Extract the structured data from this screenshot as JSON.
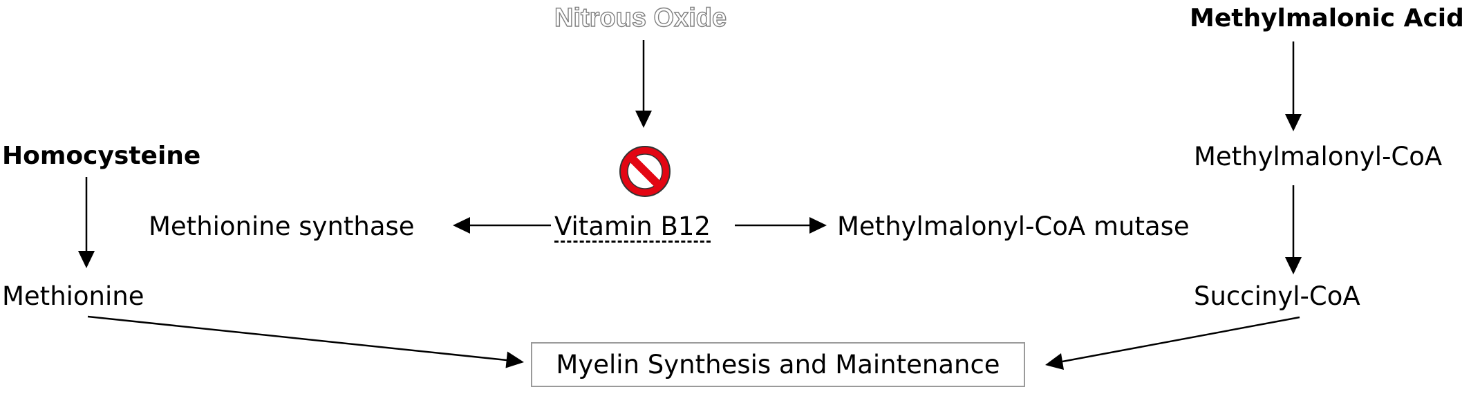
{
  "nodes": {
    "nitrous_oxide": "Nitrous Oxide",
    "methylmalonic_acid": "Methylmalonic Acid",
    "homocysteine": "Homocysteine",
    "methylmalonyl_coa": "Methylmalonyl-CoA",
    "methionine_synthase": "Methionine synthase",
    "vitamin_b12": "Vitamin B12",
    "methylmalonyl_coa_mutase": "Methylmalonyl-CoA mutase",
    "methionine": "Methionine",
    "succinyl_coa": "Succinyl-CoA",
    "myelin": "Myelin Synthesis and Maintenance"
  },
  "icons": {
    "inhibition": "prohibition-icon"
  },
  "colors": {
    "prohibition_fill": "#e30613",
    "outline_text_stroke": "#7f7f7f",
    "box_border": "#9a9a9a"
  }
}
